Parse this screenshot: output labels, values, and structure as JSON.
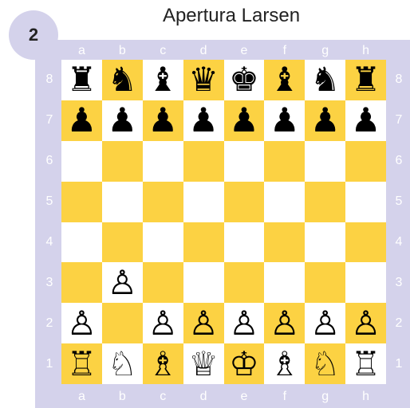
{
  "diagram": {
    "number": "2",
    "title": "Apertura Larsen"
  },
  "colors": {
    "light_square": "#ffffff",
    "dark_square": "#fcd243",
    "frame": "#d4d2eb"
  },
  "files": [
    "a",
    "b",
    "c",
    "d",
    "e",
    "f",
    "g",
    "h"
  ],
  "ranks": [
    "8",
    "7",
    "6",
    "5",
    "4",
    "3",
    "2",
    "1"
  ],
  "position": [
    [
      "♜",
      "♞",
      "♝",
      "♛",
      "♚",
      "♝",
      "♞",
      "♜"
    ],
    [
      "♟",
      "♟",
      "♟",
      "♟",
      "♟",
      "♟",
      "♟",
      "♟"
    ],
    [
      "",
      "",
      "",
      "",
      "",
      "",
      "",
      ""
    ],
    [
      "",
      "",
      "",
      "",
      "",
      "",
      "",
      ""
    ],
    [
      "",
      "",
      "",
      "",
      "",
      "",
      "",
      ""
    ],
    [
      "",
      "♙",
      "",
      "",
      "",
      "",
      "",
      ""
    ],
    [
      "♙",
      "",
      "♙",
      "♙",
      "♙",
      "♙",
      "♙",
      "♙"
    ],
    [
      "♖",
      "♘",
      "♗",
      "♕",
      "♔",
      "♗",
      "♘",
      "♖"
    ]
  ],
  "piece_names": {
    "♜": "black-rook-icon",
    "♞": "black-knight-icon",
    "♝": "black-bishop-icon",
    "♛": "black-queen-icon",
    "♚": "black-king-icon",
    "♟": "black-pawn-icon",
    "♖": "white-rook-icon",
    "♘": "white-knight-icon",
    "♗": "white-bishop-icon",
    "♕": "white-queen-icon",
    "♔": "white-king-icon",
    "♙": "white-pawn-icon"
  }
}
